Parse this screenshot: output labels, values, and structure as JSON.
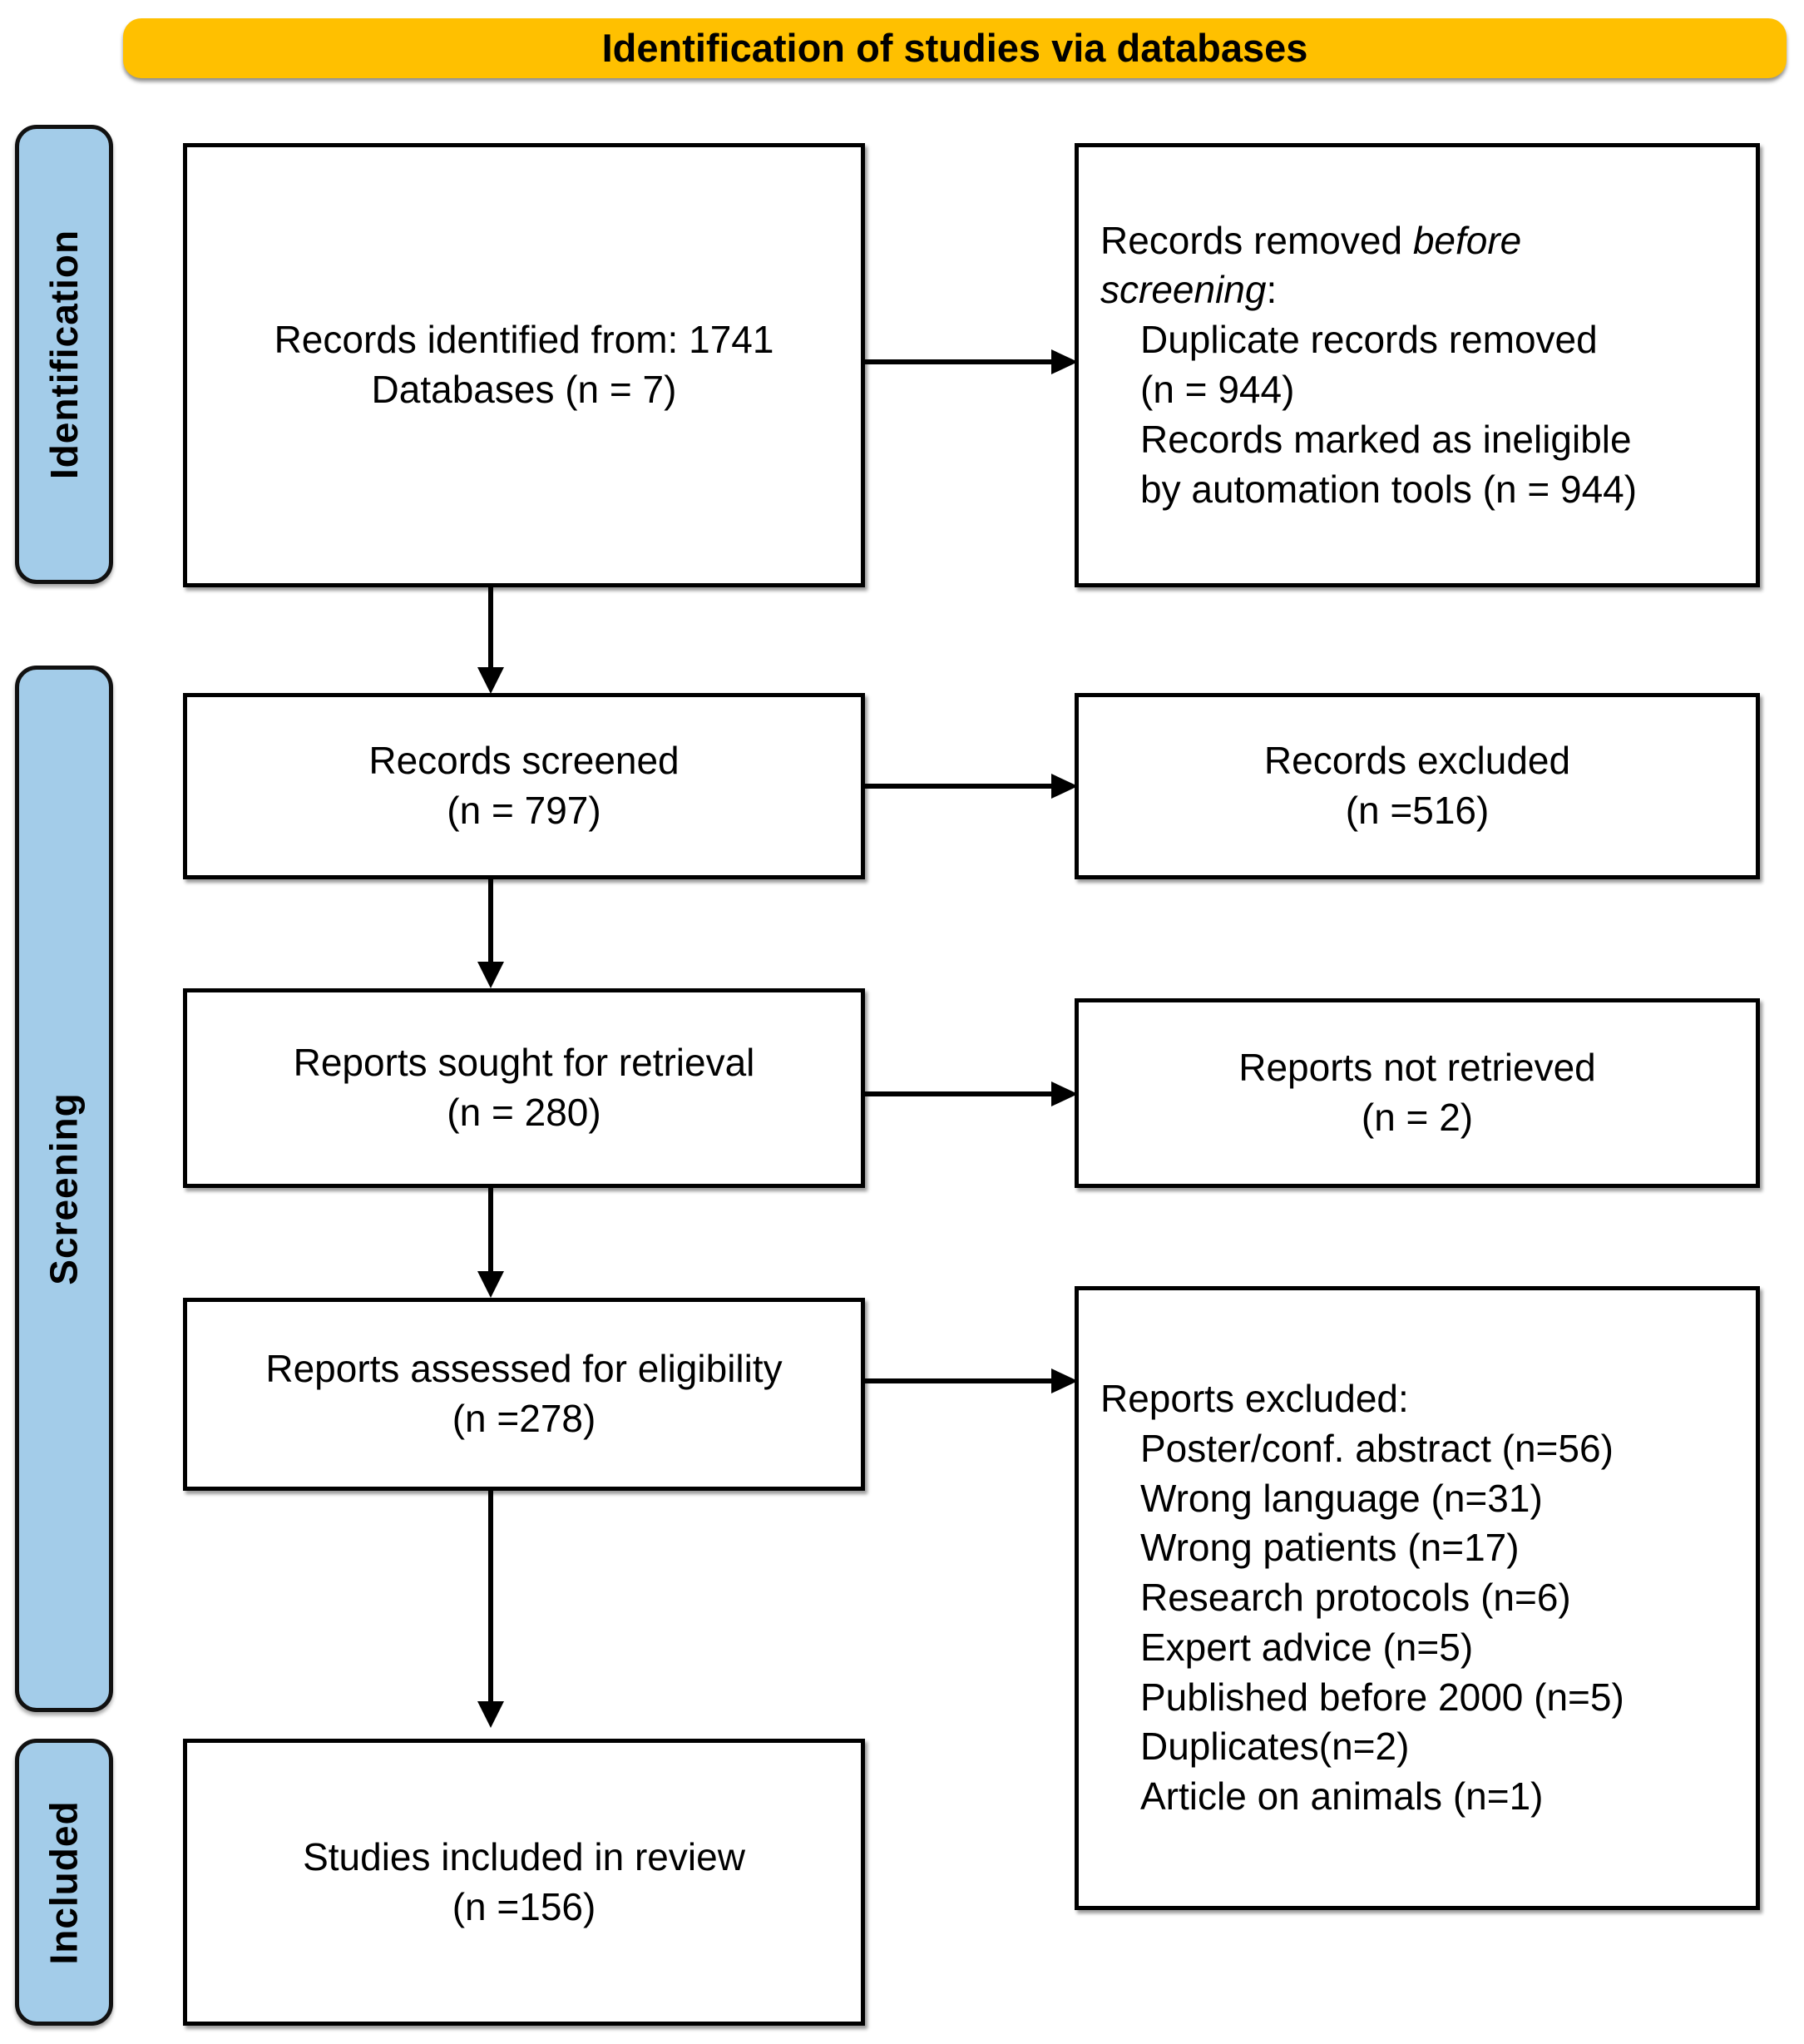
{
  "header": {
    "title": "Identification of studies via databases"
  },
  "stages": [
    {
      "id": "identification",
      "label": "Identification"
    },
    {
      "id": "screening",
      "label": "Screening"
    },
    {
      "id": "included",
      "label": "Included"
    }
  ],
  "boxes": {
    "records_identified": {
      "line1": "Records identified from: 1741",
      "line2": "Databases (n = 7)"
    },
    "records_removed": {
      "line1": "Records removed ",
      "line1_italic": "before",
      "line2_italic": "screening",
      "line2_colon": ":",
      "item1a": "Duplicate records removed",
      "item1b": "(n = 944)",
      "item2a": "Records marked as ineligible",
      "item2b": "by automation tools (n = 944)"
    },
    "records_screened": {
      "line1": "Records screened",
      "line2": "(n = 797)"
    },
    "records_excluded": {
      "line1": "Records excluded",
      "line2": "(n =516)"
    },
    "reports_sought": {
      "line1": "Reports sought for retrieval",
      "line2": "(n = 280)"
    },
    "reports_not_retrieved": {
      "line1": "Reports not retrieved",
      "line2": "(n = 2)"
    },
    "reports_assessed": {
      "line1": "Reports assessed for eligibility",
      "line2": "(n =278)"
    },
    "reports_excluded": {
      "heading": "Reports excluded:",
      "reasons": [
        "Poster/conf. abstract (n=56)",
        "Wrong language (n=31)",
        "Wrong patients (n=17)",
        "Research protocols (n=6)",
        "Expert advice (n=5)",
        "Published before 2000 (n=5)",
        "Duplicates(n=2)",
        "Article on animals (n=1)"
      ]
    },
    "studies_included": {
      "line1": "Studies included in review",
      "line2": "(n =156)"
    }
  },
  "counts": {
    "identified_total": 1741,
    "databases": 7,
    "duplicates_removed": 944,
    "ineligible_automation": 944,
    "screened": 797,
    "excluded_screened": 516,
    "sought_retrieval": 280,
    "not_retrieved": 2,
    "assessed_eligibility": 278,
    "included_review": 156,
    "excluded_reasons": {
      "poster_conf_abstract": 56,
      "wrong_language": 31,
      "wrong_patients": 17,
      "research_protocols": 6,
      "expert_advice": 5,
      "published_before_2000": 5,
      "duplicates": 2,
      "article_on_animals": 1
    }
  },
  "colors": {
    "banner": "#ffc000",
    "stage_pill": "#a3cce9",
    "box_border": "#000000",
    "text": "#000000"
  }
}
